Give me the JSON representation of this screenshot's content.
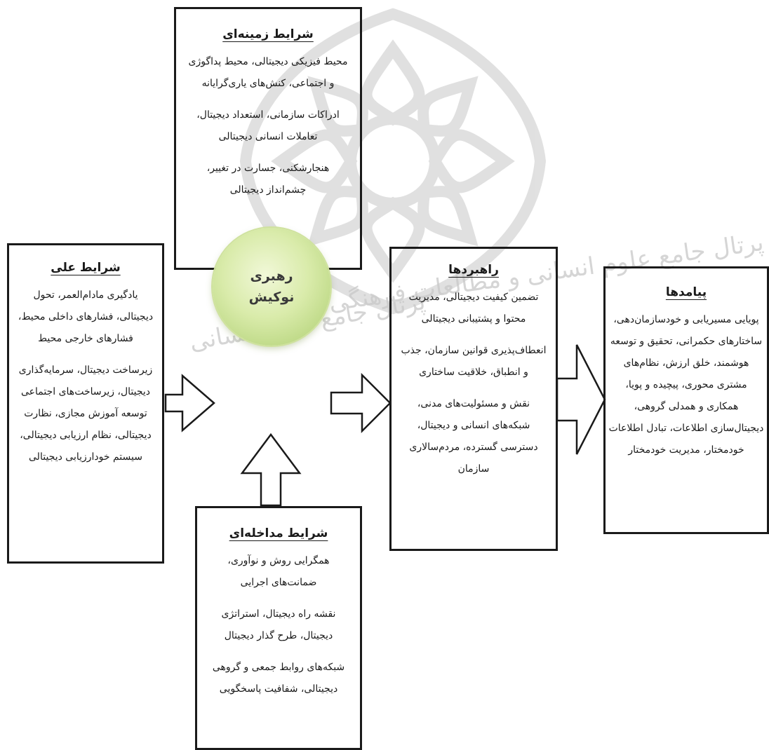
{
  "watermark": {
    "text_line1": "پرتال جامع علوم انسانی و مطالعات فرهنگی",
    "text_line2": "پرتال جامع علوم انسانی"
  },
  "core": {
    "line1": "رهبری",
    "line2": "نوکیش"
  },
  "context": {
    "title": "شرایط زمینه‌ای",
    "paragraphs": [
      "محیط فیزیکی دیجیتالی، محیط پداگوژی و اجتماعی، کنش‌های یاری‌گرایانه",
      "ادراکات سازمانی، استعداد دیجیتال، تعاملات انسانی دیجیتالی",
      "هنجارشکنی، جسارت در تغییر، چشم‌انداز دیجیتالی"
    ]
  },
  "causal": {
    "title": "شرایط علی",
    "paragraphs": [
      "یادگیری مادام‌العمر، تحول دیجیتالی، فشارهای داخلی محیط، فشارهای خارجی محیط",
      "زیرساخت دیجیتال، سرمایه‌گذاری دیجیتال، زیرساخت‌های اجتماعی توسعه آموزش مجازی، نظارت دیجیتالی، نظام ارزیابی دیجیتالی، سیستم خودارزیابی دیجیتالی"
    ]
  },
  "strategies": {
    "title": "راهبردها",
    "paragraphs": [
      "تضمین کیفیت دیجیتالی، مدیریت محتوا و پشتیبانی دیجیتالی",
      "انعطاف‌پذیری قوانین سازمان، جذب و انطباق، خلاقیت ساختاری",
      "نقش و مسئولیت‌های مدنی، شبکه‌های انسانی و دیجیتال، دسترسی گسترده، مردم‌سالاری سازمان"
    ]
  },
  "outcomes": {
    "title": "پیامدها",
    "paragraphs": [
      "پویایی مسیریابی و خودسازمان‌دهی، ساختارهای حکمرانی، تحقیق و توسعه هوشمند، خلق ارزش، نظام‌های مشتری محوری، پیچیده و پویا، همکاری و همدلی گروهی، دیجیتال‌سازی اطلاعات، تبادل اطلاعات خودمختار، مدیریت خودمختار"
    ]
  },
  "intervening": {
    "title": "شرایط مداخله‌ای",
    "paragraphs": [
      "همگرایی روش و نوآوری، ضمانت‌های اجرایی",
      "نقشه راه دیجیتال، استراتژی دیجیتال، طرح گذار دیجیتال",
      "شبکه‌های روابط جمعی و گروهی دیجیتالی، شفافیت پاسخگویی"
    ]
  },
  "colors": {
    "border": "#1a1a1a",
    "circle_fill": "#d9ebaa",
    "watermark": "#c8c8c8"
  }
}
